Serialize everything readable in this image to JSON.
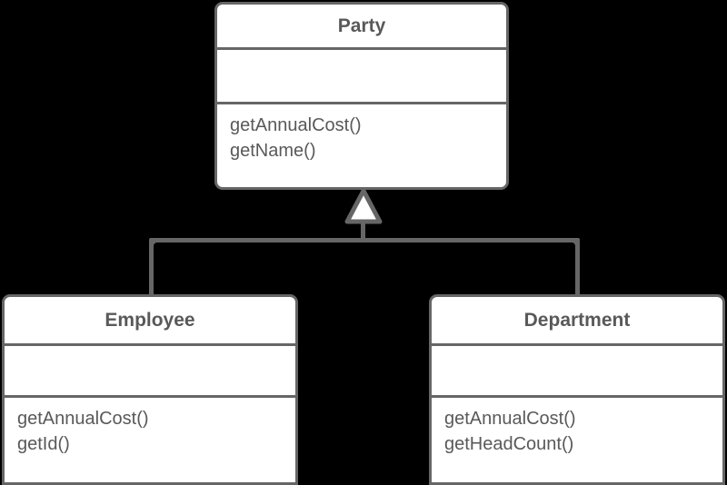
{
  "diagram": {
    "type": "uml-class-diagram",
    "background_color": "#000000",
    "box_fill": "#ffffff",
    "line_color": "#666666",
    "text_color": "#595959",
    "relationship": "generalization",
    "classes": [
      {
        "id": "party",
        "name": "Party",
        "role": "superclass",
        "attributes": [],
        "operations": [
          "getAnnualCost()",
          "getName()"
        ]
      },
      {
        "id": "employee",
        "name": "Employee",
        "role": "subclass",
        "attributes": [],
        "operations": [
          "getAnnualCost()",
          "getId()"
        ]
      },
      {
        "id": "department",
        "name": "Department",
        "role": "subclass",
        "attributes": [],
        "operations": [
          "getAnnualCost()",
          "getHeadCount()"
        ]
      }
    ],
    "connector": {
      "kind": "inheritance-arrow",
      "arrowhead": "hollow-triangle",
      "from": [
        "Employee",
        "Department"
      ],
      "to": "Party"
    }
  }
}
